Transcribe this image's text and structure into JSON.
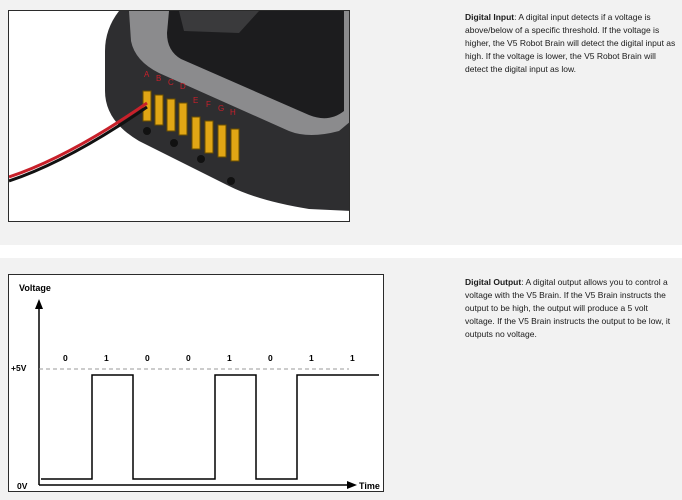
{
  "digital_input": {
    "title": "Digital Input",
    "text": ": A digital input detects if a voltage is above/below of a specific threshold. If the voltage is higher, the V5 Robot Brain will detect the digital input as high. If the voltage is lower, the V5 Robot Brain will detect the digital input as low."
  },
  "digital_output": {
    "title": "Digital Output",
    "text": ": A digital output allows you to control a voltage with the V5 Brain. If the V5 Brain instructs the output to be high, the output will produce a 5 volt voltage. If the V5 Brain instructs the output to be low, it outputs no voltage."
  },
  "device_labels": [
    "A",
    "B",
    "C",
    "D",
    "E",
    "F",
    "G",
    "H"
  ],
  "chart_data": {
    "type": "line",
    "ylabel": "Voltage",
    "xlabel": "Time",
    "y_ticks": [
      "+5V",
      "0V"
    ],
    "bit_labels": [
      "0",
      "1",
      "0",
      "0",
      "1",
      "0",
      "1",
      "1"
    ],
    "series": [
      {
        "values": [
          0,
          1,
          0,
          0,
          1,
          0,
          1,
          1
        ]
      }
    ],
    "high_reference": "+5V dashed line",
    "colors": {
      "signal": "#000000",
      "reference": "#9a9a9a"
    }
  }
}
